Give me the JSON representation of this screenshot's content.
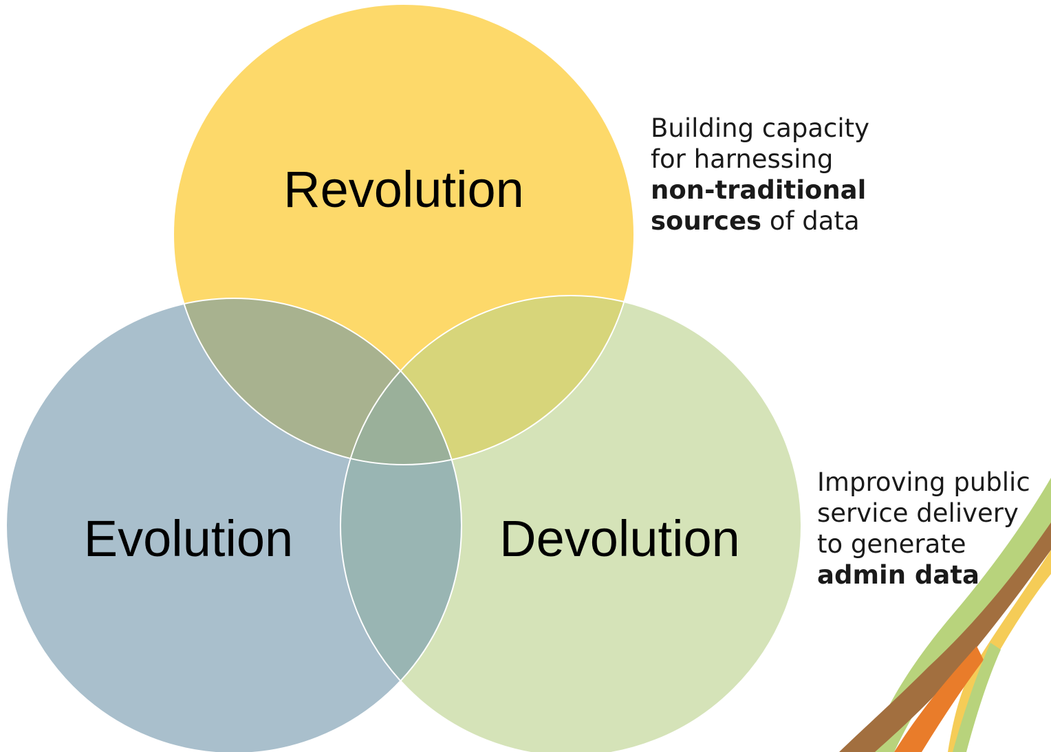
{
  "diagram": {
    "circles": [
      {
        "id": "revolution",
        "label": "Revolution",
        "color": "#FDD96A"
      },
      {
        "id": "evolution",
        "label": "Evolution",
        "color": "#A9BFCC"
      },
      {
        "id": "devolution",
        "label": "Devolution",
        "color": "#D5E3B8"
      }
    ],
    "overlap_colors": {
      "revolution_evolution": "#A8B28F",
      "revolution_devolution": "#D7D57A",
      "evolution_devolution": "#99B5B3",
      "center": "#9AB09A"
    },
    "outline_color": "#FFFFFF"
  },
  "notes": {
    "revolution_note": {
      "line1": "Building capacity",
      "line2": "for harnessing",
      "line3_bold": "non-traditional",
      "line4_bold": "sources",
      "line4_rest": " of data"
    },
    "devolution_note": {
      "line1": "Improving public",
      "line2": "service delivery",
      "line3": "to generate",
      "line4_bold": "admin data"
    }
  },
  "decoration": {
    "ribbon_colors": [
      "#B8D37C",
      "#A26F3F",
      "#F5CC57",
      "#E97C2A"
    ]
  }
}
